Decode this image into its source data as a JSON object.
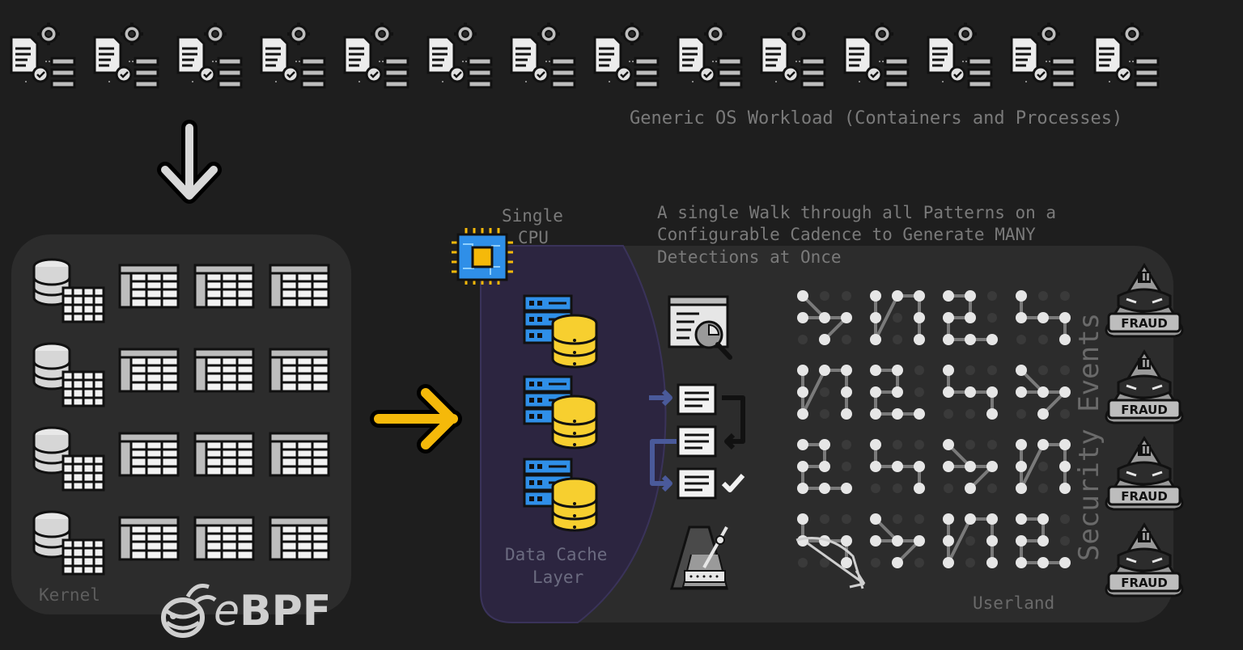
{
  "workload": {
    "label": "Generic OS Workload (Containers and Processes)",
    "count": 14
  },
  "kernel": {
    "label": "Kernel",
    "logo_text": "eBPF"
  },
  "cpu": {
    "label_line1": "Single",
    "label_line2": "CPU"
  },
  "cache": {
    "label_line1": "Data Cache",
    "label_line2": "Layer"
  },
  "description": {
    "line1": "A single Walk through all Patterns on a",
    "line2": "Configurable Cadence to Generate MANY",
    "line3": "Detections at Once"
  },
  "userland": {
    "label": "Userland"
  },
  "security_events": {
    "label": "Security Events",
    "badge_text": "FRAUD",
    "badge_count": 4
  },
  "colors": {
    "background": "#1e1e1e",
    "panel": "#2c2c2c",
    "cache_region": "#2c2540",
    "arrow_yellow": "#f5b90a",
    "cpu_blue": "#2f8fe8",
    "db_yellow": "#f7cf2f",
    "label_gray": "#7a7a7a"
  },
  "icons": [
    "process-document-icon",
    "database-icon",
    "table-icon",
    "cpu-chip-icon",
    "server-database-icon",
    "inspection-icon",
    "workflow-icon",
    "metronome-icon",
    "pattern-grid-icon",
    "fraud-burglar-icon",
    "bee-logo-icon"
  ]
}
